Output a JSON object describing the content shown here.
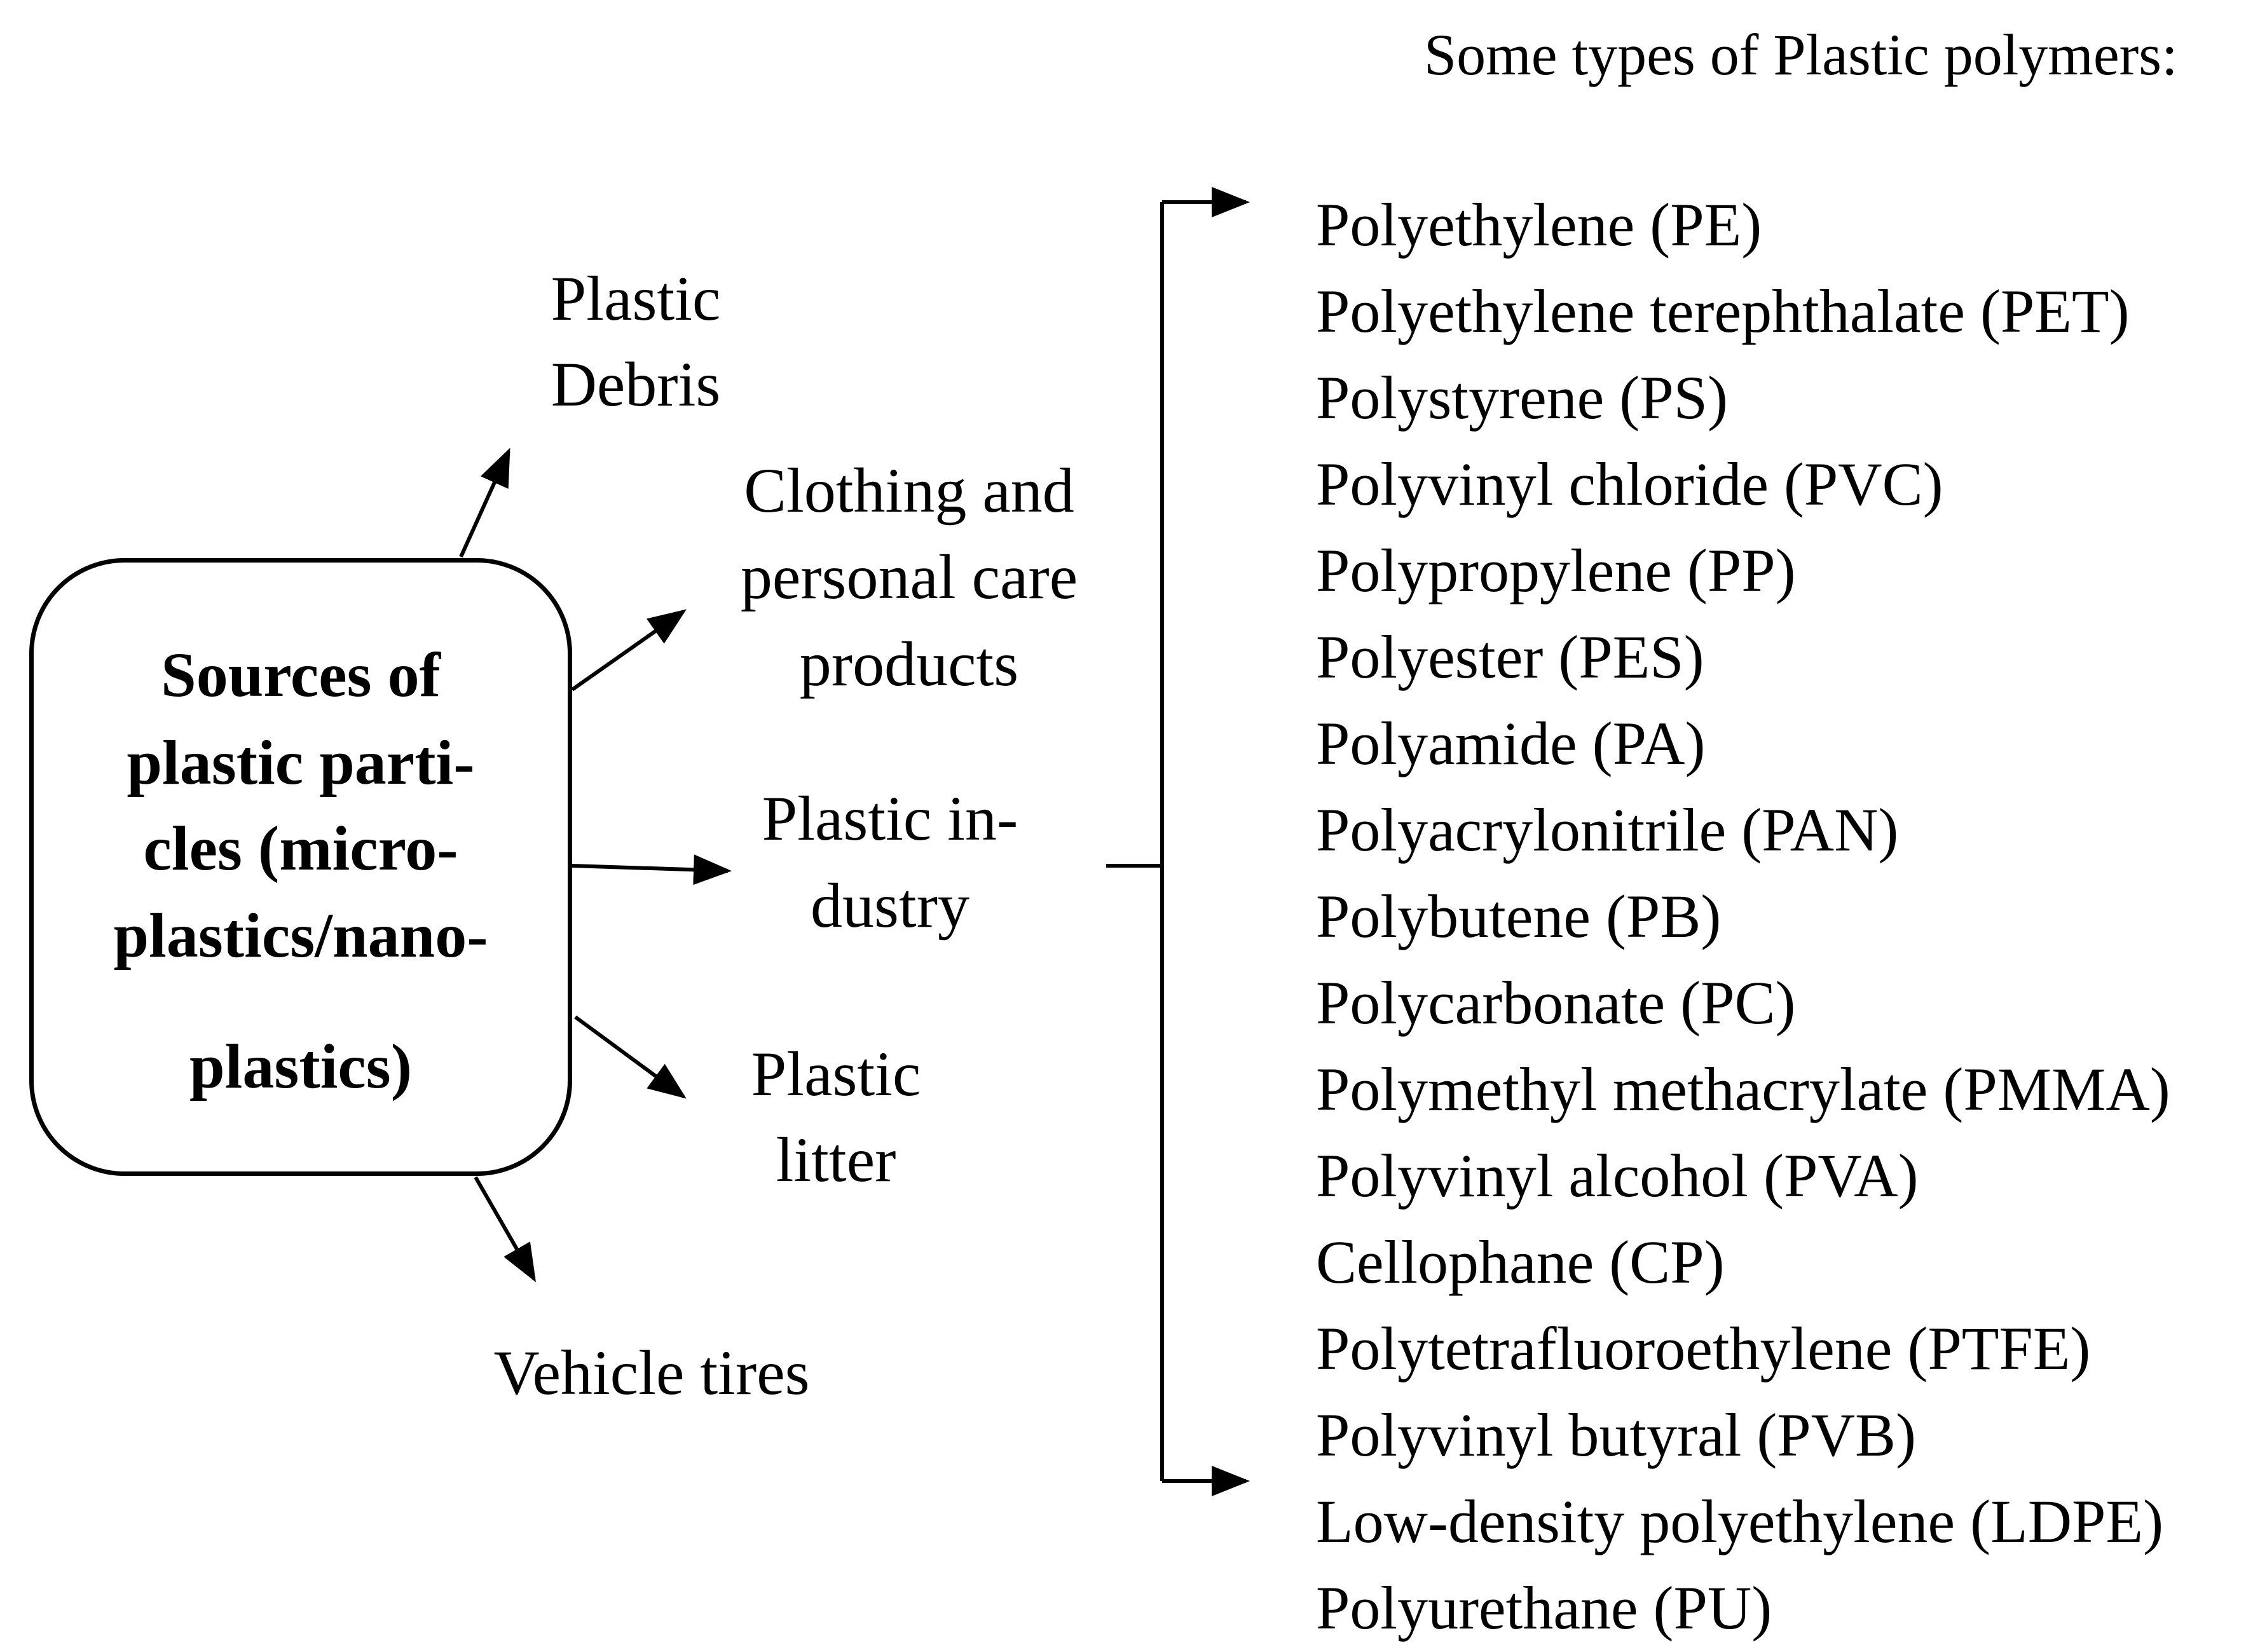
{
  "heading": "Some types of Plastic polymers:",
  "center": {
    "lines": [
      "Sources of",
      "plastic parti-",
      "cles (micro-",
      "plastics/nano-",
      "plastics)"
    ]
  },
  "sources": {
    "debris": [
      "Plastic",
      "Debris"
    ],
    "clothing": [
      "Clothing and",
      "personal care",
      "products"
    ],
    "industry": [
      "Plastic in-",
      "dustry"
    ],
    "litter": [
      "Plastic",
      "litter"
    ],
    "tires": [
      "Vehicle tires"
    ]
  },
  "polymers": [
    "Polyethylene (PE)",
    "Polyethylene terephthalate (PET)",
    "Polystyrene (PS)",
    "Polyvinyl chloride (PVC)",
    "Polypropylene (PP)",
    "Polyester (PES)",
    "Polyamide (PA)",
    "Polyacrylonitrile (PAN)",
    "Polybutene (PB)",
    "Polycarbonate (PC)",
    "Polymethyl methacrylate (PMMA)",
    "Polyvinyl alcohol (PVA)",
    "Cellophane (CP)",
    "Polytetrafluoroethylene (PTFE)",
    "Polyvinyl butyral (PVB)",
    "Low-density polyethylene (LDPE)",
    "Polyurethane (PU)"
  ]
}
